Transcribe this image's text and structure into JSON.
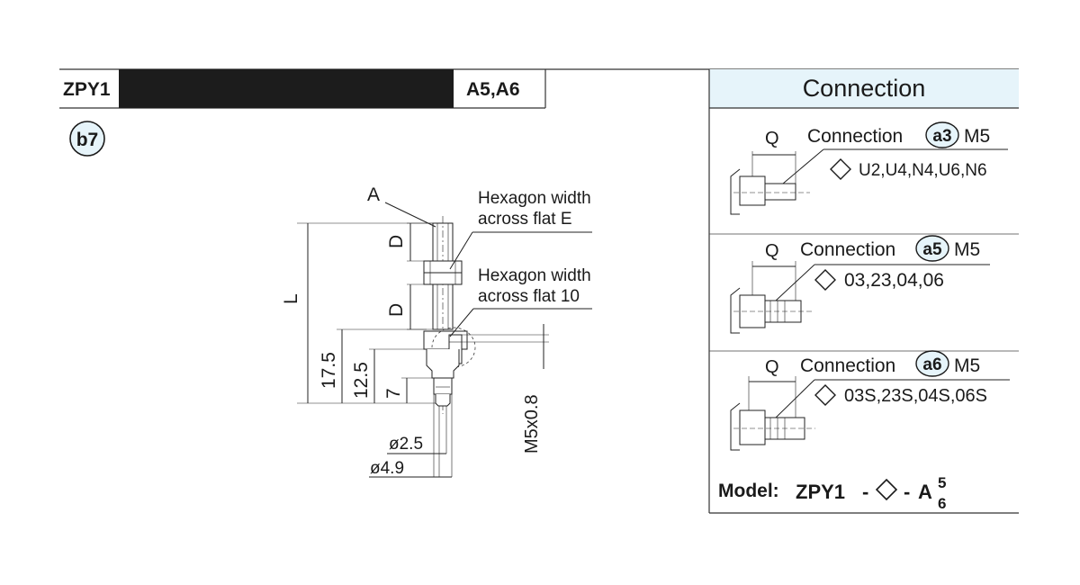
{
  "header": {
    "series": "ZPY1",
    "variants": "A5,A6",
    "badge": "b7"
  },
  "drawing": {
    "top_label": "A",
    "hex_e_line1": "Hexagon width",
    "hex_e_line2": "across flat E",
    "hex_10_line1": "Hexagon width",
    "hex_10_line2": "across flat 10",
    "dim_L": "L",
    "dim_D_upper": "D",
    "dim_D_lower": "D",
    "dim_17_5": "17.5",
    "dim_12_5": "12.5",
    "dim_7": "7",
    "dim_d2_5": "ø2.5",
    "dim_d4_9": "ø4.9",
    "dim_thread": "M5x0.8"
  },
  "connection_panel": {
    "title": "Connection",
    "title_bg": "#e6f4fa",
    "items": [
      {
        "q": "Q",
        "label": "Connection",
        "code": "a3",
        "thread": "M5",
        "options": "U2,U4,N4,U6,N6"
      },
      {
        "q": "Q",
        "label": "Connection",
        "code": "a5",
        "thread": "M5",
        "options": "03,23,04,06"
      },
      {
        "q": "Q",
        "label": "Connection",
        "code": "a6",
        "thread": "M5",
        "options": "03S,23S,04S,06S"
      }
    ],
    "model": {
      "prefix": "Model:",
      "code": "ZPY1",
      "dash1": "-",
      "dash2": "-",
      "letter": "A",
      "sup": "5",
      "sub": "6"
    }
  }
}
